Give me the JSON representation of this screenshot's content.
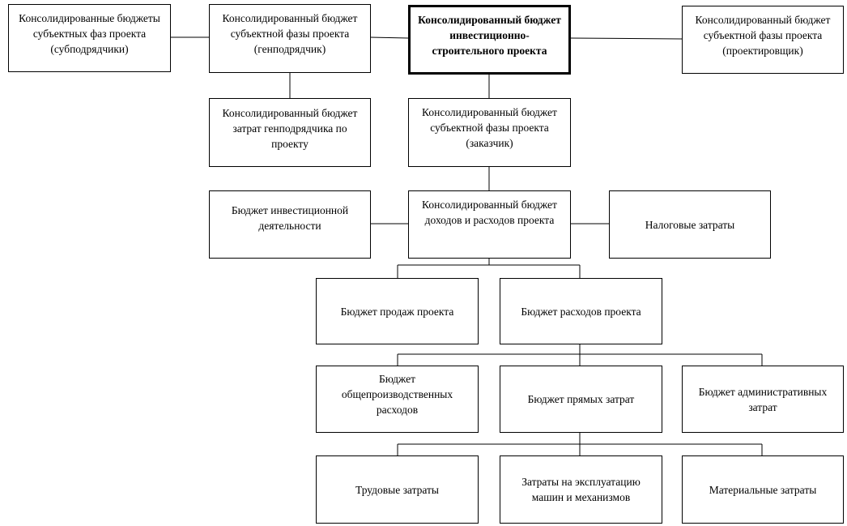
{
  "boxes": {
    "subcontractors": "Консолидированные бюджеты субъектных фаз проекта (субподрядчики)",
    "general_contractor": "Консолидированный бюджет субъектной фазы проекта (генподрядчик)",
    "root": "Консолидированный бюджет инвестиционно-строительного проекта",
    "designer": "Консолидированный бюджет субъектной фазы проекта (проектировщик)",
    "gc_costs": "Консолидированный бюджет затрат генподрядчика по проекту",
    "customer": "Консолидированный бюджет субъектной фазы проекта (заказчик)",
    "investment": "Бюджет инвестиционной деятельности",
    "income_expenses": "Консолидированный бюджет доходов и расходов проекта",
    "taxes": "Налоговые затраты",
    "sales": "Бюджет продаж проекта",
    "expenses": "Бюджет расходов проекта",
    "overhead": "Бюджет общепроизводственных расходов",
    "direct_costs": "Бюджет прямых затрат",
    "admin_costs": "Бюджет административных затрат",
    "labor": "Трудовые затраты",
    "machinery": "Затраты на эксплуатацию машин и механизмов",
    "materials": "Материальные затраты"
  }
}
